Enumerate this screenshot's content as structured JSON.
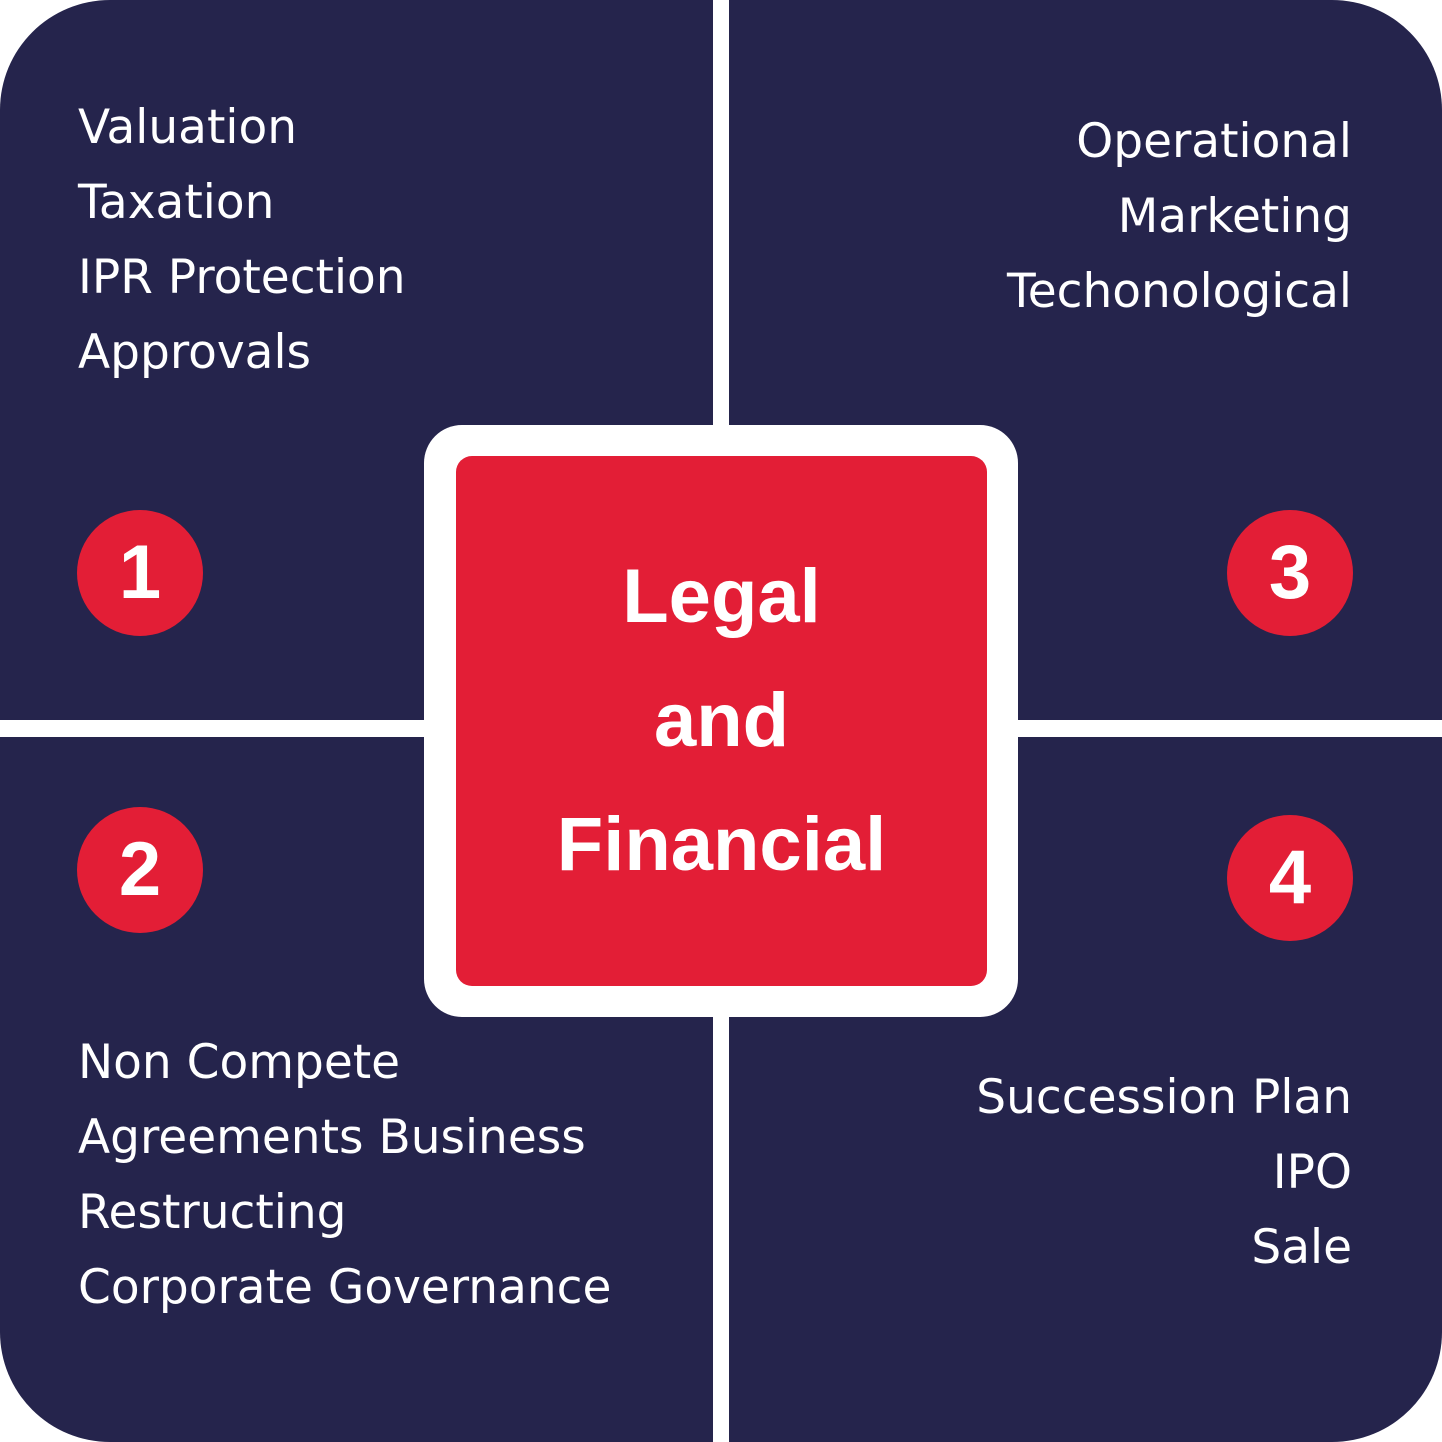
{
  "colors": {
    "panel": "#25244c",
    "accent": "#e31e36",
    "divider": "#ffffff"
  },
  "center": {
    "lines": [
      "Legal",
      "and",
      "Financial"
    ]
  },
  "quadrants": [
    {
      "number": "1",
      "items": [
        "Valuation",
        "Taxation",
        "IPR Protection",
        "Approvals"
      ]
    },
    {
      "number": "2",
      "items": [
        "Non Compete",
        "Agreements Business",
        "Restructing",
        "Corporate Governance"
      ]
    },
    {
      "number": "3",
      "items": [
        "Operational ",
        "Marketing",
        "Techonological"
      ]
    },
    {
      "number": "4",
      "items": [
        "Succession Plan",
        "IPO",
        "Sale"
      ]
    }
  ]
}
